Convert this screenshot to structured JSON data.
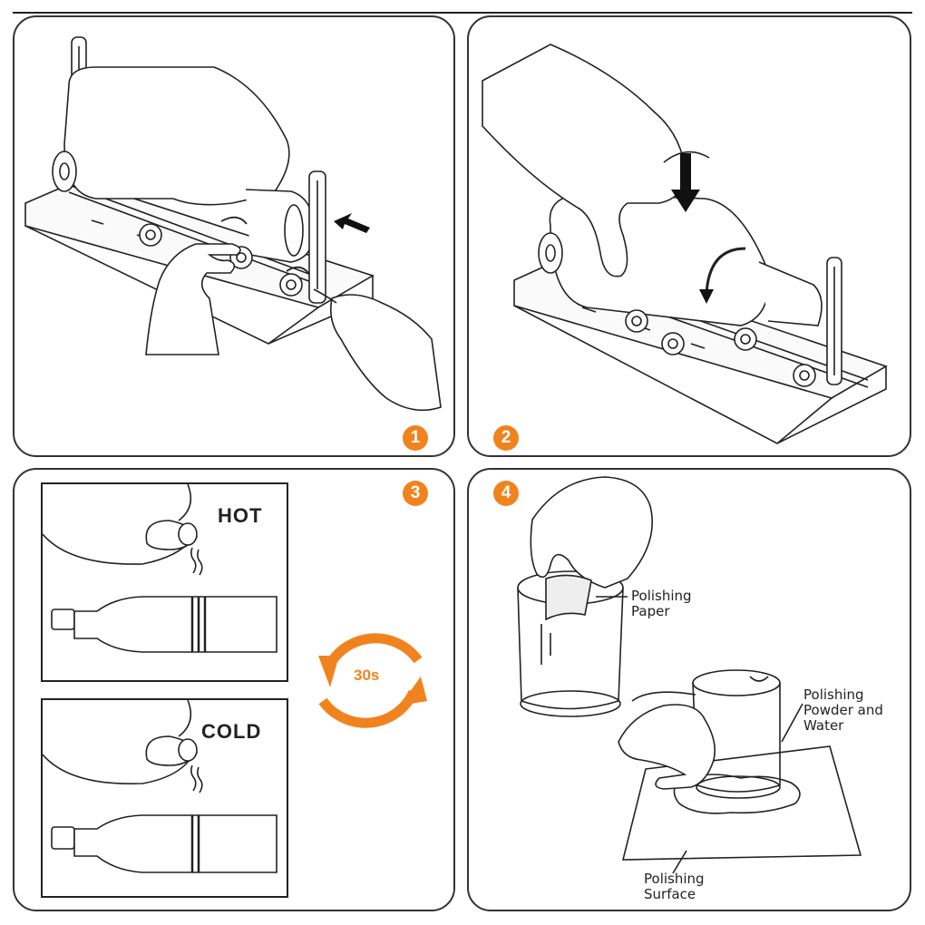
{
  "steps": [
    {
      "number": "1"
    },
    {
      "number": "2"
    },
    {
      "number": "3",
      "hot_label": "HOT",
      "cold_label": "COLD",
      "timer_label": "30s"
    },
    {
      "number": "4",
      "polishing_paper": "Polishing\nPaper",
      "polishing_powder": "Polishing\nPowder and\nWater",
      "polishing_surface": "Polishing\nSurface"
    }
  ],
  "colors": {
    "accent": "#f0831e",
    "ink": "#333333"
  }
}
